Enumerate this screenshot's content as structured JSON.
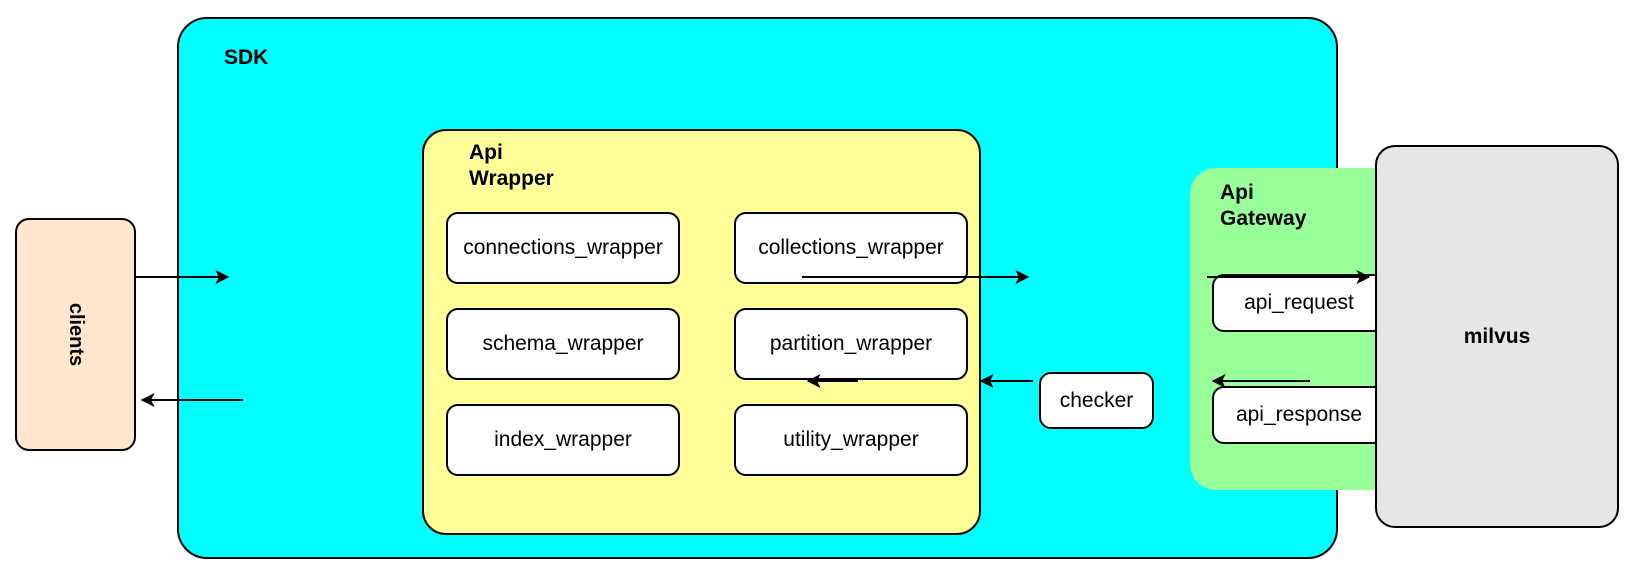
{
  "diagram": {
    "title": "SDK / Api Wrapper / Api Gateway / milvus architecture",
    "colors": {
      "sdk_fill": "#00ffff",
      "api_wrapper_fill": "#ffff99",
      "api_gateway_fill": "#99ff99",
      "clients_fill": "#ffe6cc",
      "milvus_fill": "#e6e6e6",
      "node_fill": "#ffffff",
      "stroke": "#000000"
    },
    "clients": {
      "label": "clients"
    },
    "sdk": {
      "label": "SDK",
      "api_wrapper": {
        "label": "Api\nWrapper",
        "cells": [
          {
            "label": "connections_wrapper"
          },
          {
            "label": "collections_wrapper"
          },
          {
            "label": "schema_wrapper"
          },
          {
            "label": "partition_wrapper"
          },
          {
            "label": "index_wrapper"
          },
          {
            "label": "utility_wrapper"
          }
        ]
      },
      "checker": {
        "label": "checker"
      },
      "api_gateway": {
        "label": "Api\nGateway",
        "cells": [
          {
            "label": "api_request"
          },
          {
            "label": "api_response"
          }
        ]
      }
    },
    "milvus": {
      "label": "milvus"
    },
    "connectors": [
      {
        "name": "clients-to-api-wrapper",
        "direction": "right"
      },
      {
        "name": "api-wrapper-to-api-request",
        "direction": "right"
      },
      {
        "name": "api-request-to-milvus",
        "direction": "right"
      },
      {
        "name": "milvus-to-api-response",
        "direction": "left"
      },
      {
        "name": "api-response-to-checker",
        "direction": "left"
      },
      {
        "name": "checker-to-api-wrapper",
        "direction": "left"
      },
      {
        "name": "api-wrapper-to-clients",
        "direction": "left"
      }
    ]
  }
}
